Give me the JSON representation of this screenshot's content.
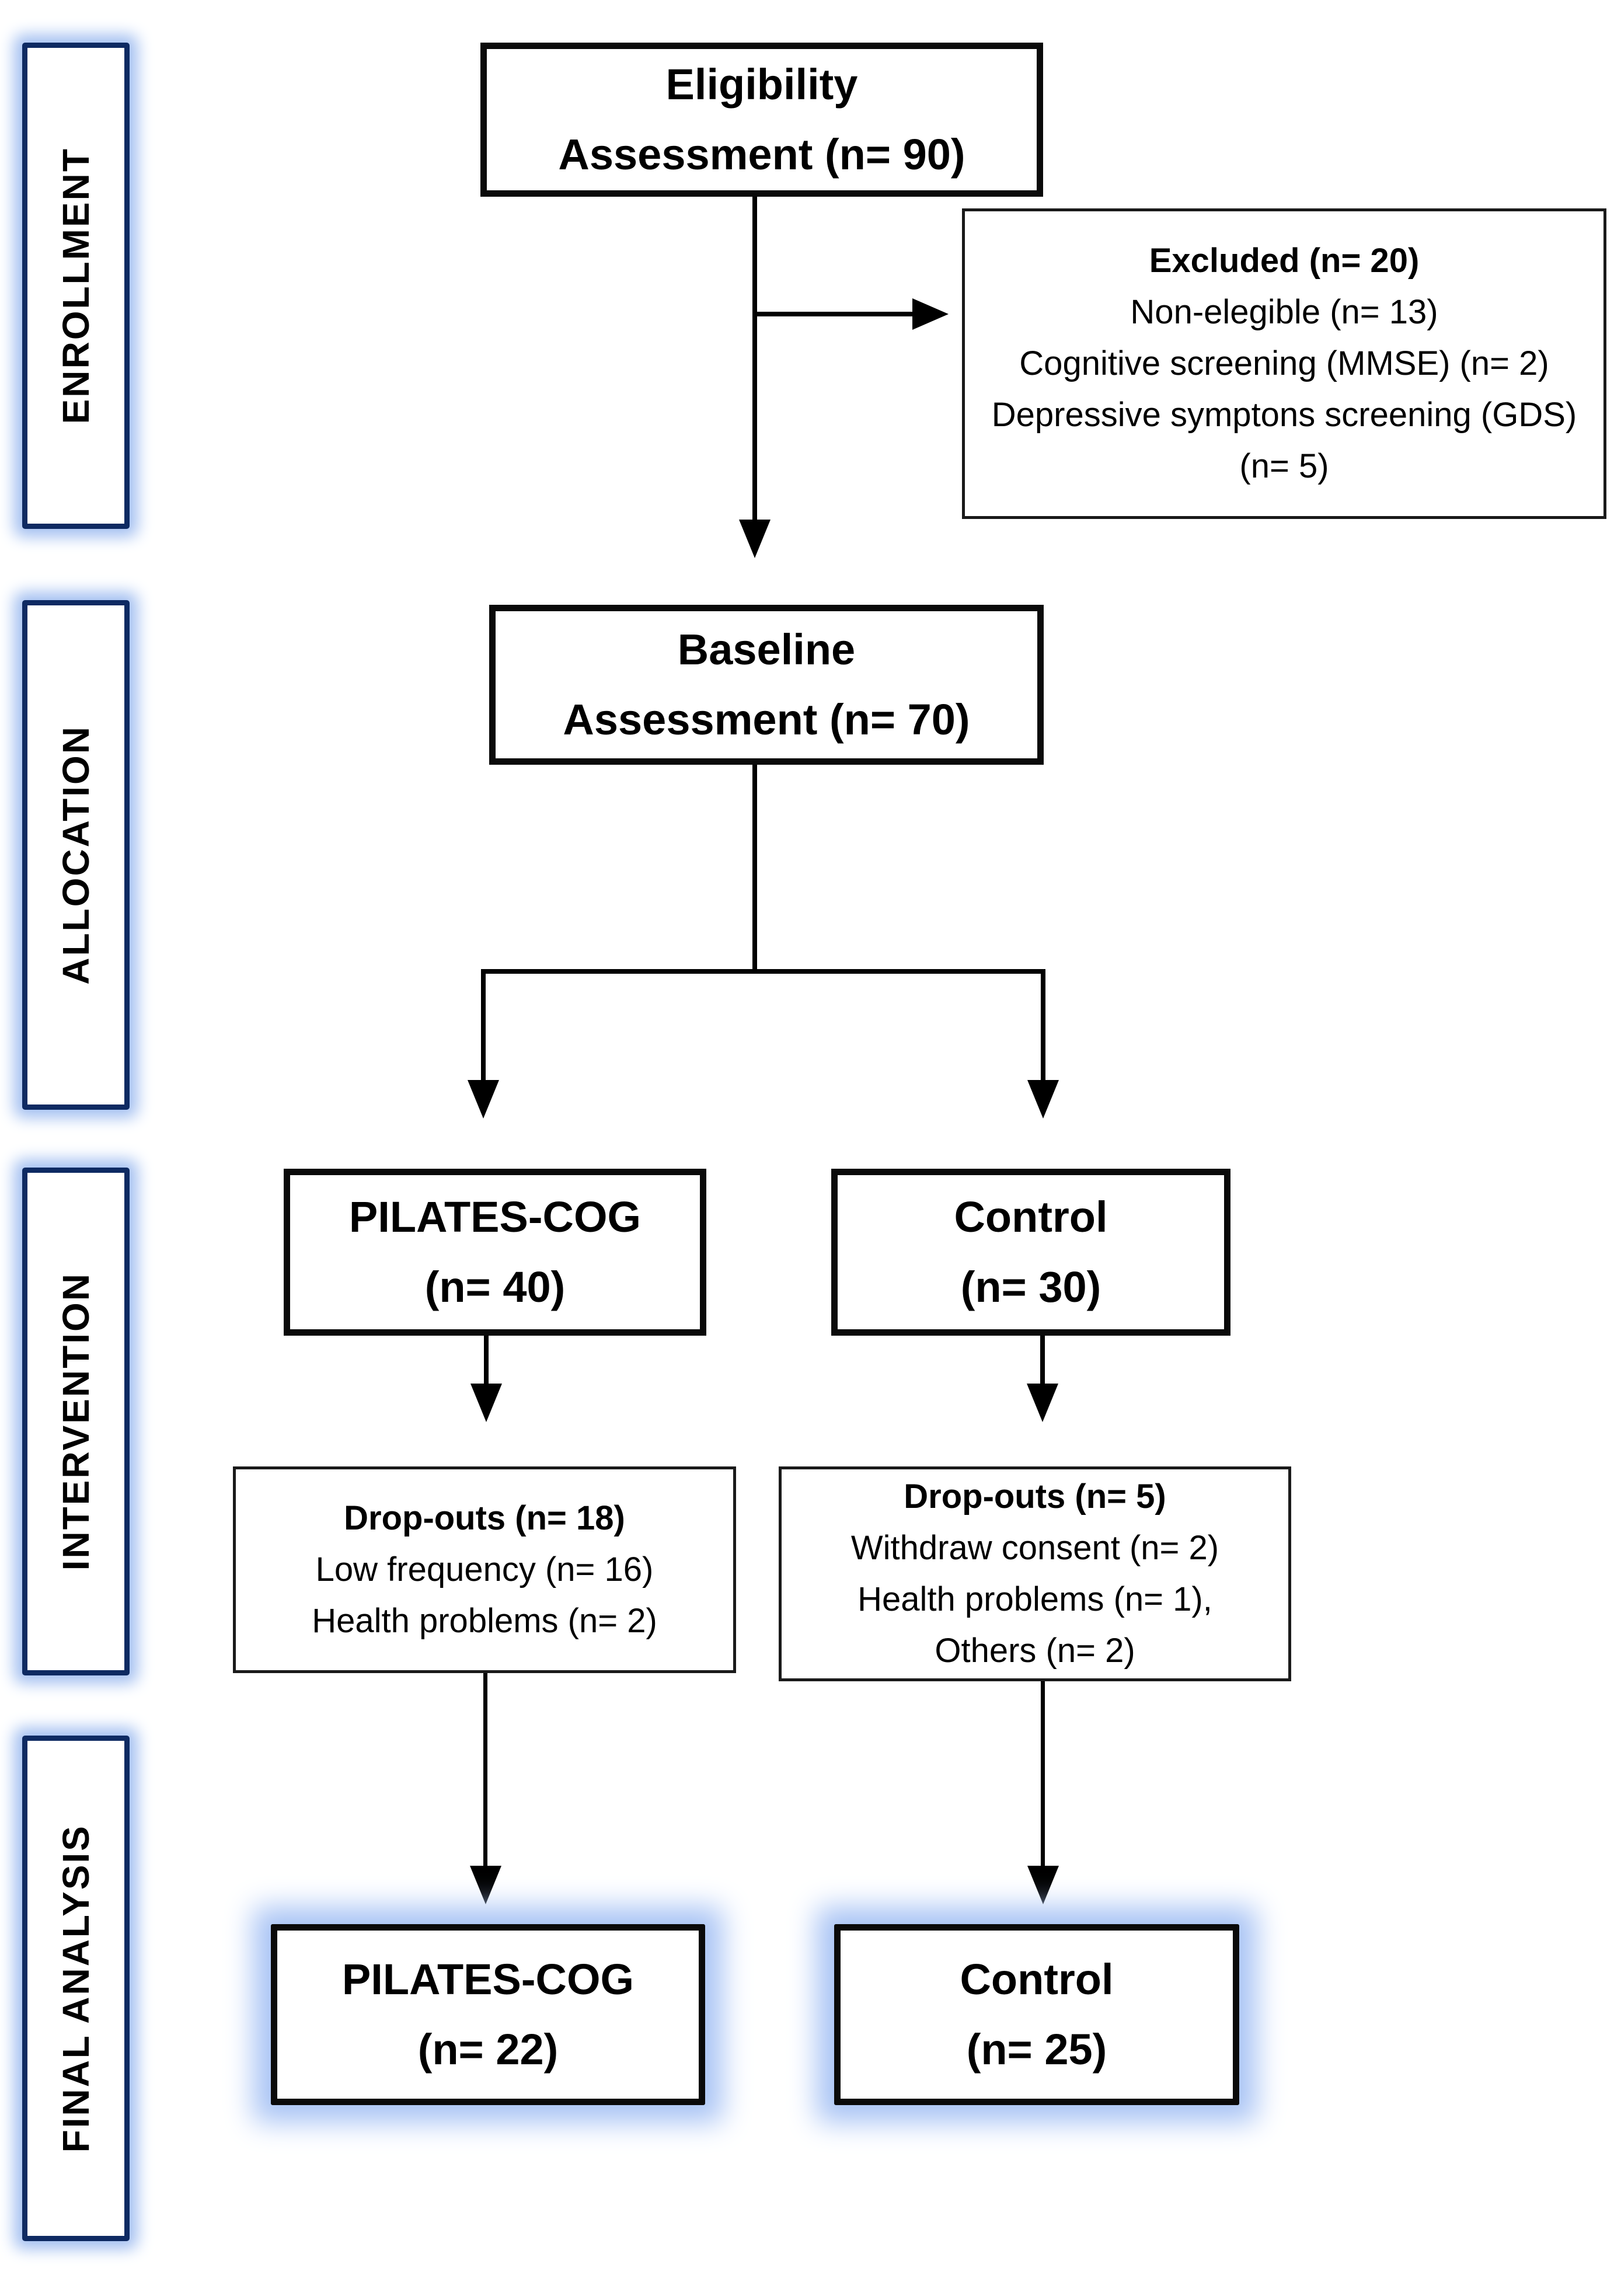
{
  "figure": {
    "type": "consort-flow-diagram",
    "title": "Study flow diagram (CONSORT-style)"
  },
  "stages": [
    {
      "label": "ENROLLMENT"
    },
    {
      "label": "ALLOCATION"
    },
    {
      "label": "INTERVENTION"
    },
    {
      "label": "FINAL ANALYSIS"
    }
  ],
  "boxes": {
    "eligibility": {
      "lines": [
        "Eligibility",
        "Assessment (n= 90)"
      ]
    },
    "excluded": {
      "lines": [
        "Excluded (n= 20)",
        "Non-elegible (n= 13)",
        "Cognitive screening (MMSE) (n= 2)",
        "Depressive symptons screening (GDS) (n= 5)"
      ]
    },
    "baseline": {
      "lines": [
        "Baseline",
        "Assessment (n= 70)"
      ]
    },
    "alloc_pilates": {
      "lines": [
        "PILATES-COG",
        "(n= 40)"
      ]
    },
    "alloc_control": {
      "lines": [
        "Control",
        "(n= 30)"
      ]
    },
    "dropouts_pilates": {
      "lines": [
        "Drop-outs (n= 18)",
        "Low frequency (n= 16)",
        "Health problems (n= 2)"
      ]
    },
    "dropouts_control": {
      "lines": [
        "Drop-outs (n= 5)",
        "Withdraw consent (n= 2)",
        "Health problems (n= 1),",
        "Others (n= 2)"
      ]
    },
    "final_pilates": {
      "lines": [
        "PILATES-COG",
        "(n= 22)"
      ]
    },
    "final_control": {
      "lines": [
        "Control",
        "(n= 25)"
      ]
    }
  },
  "counts": {
    "assessed": 90,
    "excluded": 20,
    "non_eligible": 13,
    "mmse_excluded": 2,
    "gds_excluded": 5,
    "baseline": 70,
    "alloc_pilates": 40,
    "alloc_control": 30,
    "dropouts_pilates": 18,
    "low_frequency": 16,
    "health_problems_pilates": 2,
    "dropouts_control": 5,
    "withdraw_consent": 2,
    "health_problems_control": 1,
    "others": 2,
    "final_pilates": 22,
    "final_control": 25
  },
  "colors": {
    "background": "#ffffff",
    "box_border": "#0a0a0a",
    "stage_border": "#0e2a62",
    "glow": "#a9c4f5",
    "connector": "#000000"
  }
}
